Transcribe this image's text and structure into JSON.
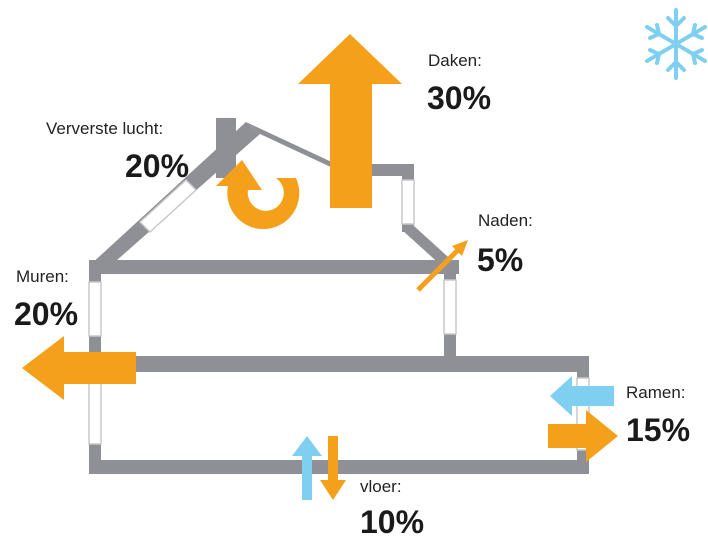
{
  "colors": {
    "wall": "#8f9095",
    "heat_arrow": "#f5a01a",
    "cold_arrow": "#7fd0f0",
    "text": "#1a1a1a",
    "window_frame": "#c8c8c8"
  },
  "icons": {
    "snowflake": "snowflake-icon"
  },
  "heat_loss": [
    {
      "id": "daken",
      "label": "Daken:",
      "percent": "30%"
    },
    {
      "id": "ververste_lucht",
      "label": "Ververste lucht:",
      "percent": "20%"
    },
    {
      "id": "naden",
      "label": "Naden:",
      "percent": "5%"
    },
    {
      "id": "muren",
      "label": "Muren:",
      "percent": "20%"
    },
    {
      "id": "ramen",
      "label": "Ramen:",
      "percent": "15%"
    },
    {
      "id": "vloer",
      "label": "vloer:",
      "percent": "10%"
    }
  ]
}
